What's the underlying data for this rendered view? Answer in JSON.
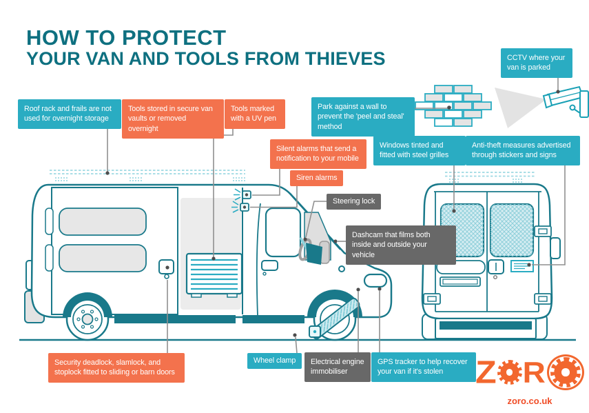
{
  "title": {
    "line1": "HOW TO PROTECT",
    "line2": "YOUR VAN AND TOOLS FROM THIEVES"
  },
  "colors": {
    "teal_box": "#2aacc2",
    "orange_box": "#f3724d",
    "gray_box": "#686868",
    "heading_teal": "#0e7080",
    "van_outline": "#19798a",
    "logo_orange": "#f2672e"
  },
  "callouts": {
    "roof_rack": "Roof rack and frails are not used for overnight storage",
    "tools_stored": "Tools stored in secure van vaults or removed overnight",
    "tools_marked": "Tools marked with a UV pen",
    "park_wall": "Park against a wall to prevent the 'peel and steal' method",
    "cctv": "CCTV where your van is parked",
    "silent_alarms": "Silent alarms that send a notification to your mobile",
    "siren_alarms": "Siren alarms",
    "windows_tinted": "Windows tinted and fitted with steel grilles",
    "anti_theft": "Anti-theft measures advertised through stickers and signs",
    "steering_lock": "Steering lock",
    "dashcam": "Dashcam that films both inside and outside your vehicle",
    "security_deadlock": "Security deadlock, slamlock, and stoplock fitted to sliding or barn doors",
    "wheel_clamp": "Wheel clamp",
    "engine_immobiliser": "Electrical engine immobiliser",
    "gps_tracker": "GPS tracker to help recover your van if it's stolen"
  },
  "footer": {
    "logo_text": "ZORO",
    "website": "zoro.co.uk"
  }
}
